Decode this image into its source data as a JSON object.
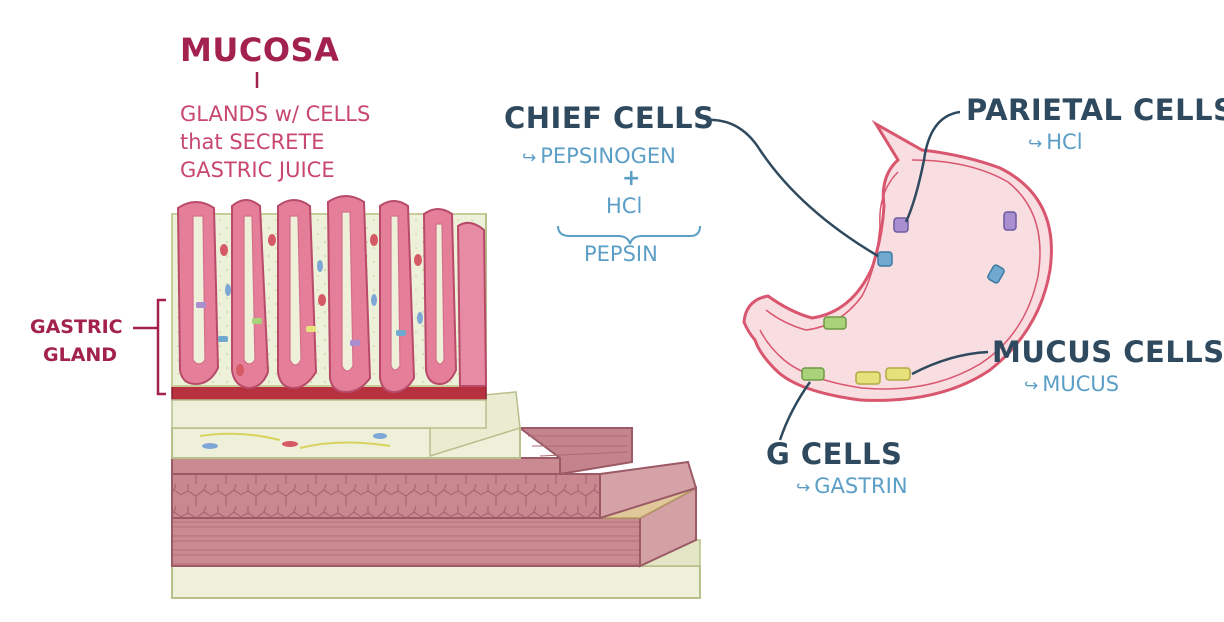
{
  "layers_labels": {
    "title": "MUCOSA",
    "mucosa_desc": [
      "GLANDS w/ CELLS",
      "that SECRETE",
      "GASTRIC JUICE"
    ],
    "gastric_gland": [
      "GASTRIC",
      "GLAND"
    ]
  },
  "secretions": {
    "chief_title": "CHIEF CELLS",
    "chief_product": "PEPSINOGEN",
    "plus": "+",
    "hcl": "HCl",
    "result": "PEPSIN"
  },
  "cells": {
    "parietal": {
      "name": "PARIETAL CELLS",
      "product": "HCl"
    },
    "mucus": {
      "name": "MUCUS CELLS",
      "product": "MUCUS"
    },
    "g": {
      "name": "G CELLS",
      "product": "GASTRIN"
    }
  },
  "glyphs": {
    "arrow": "↪"
  },
  "colors": {
    "title": "#a3214f",
    "mucosa_text": "#c8476e",
    "cell_name": "#2f4a5e",
    "product": "#5b9ec6",
    "stomach_wall": "#d9566f",
    "stomach_fill": "#f8dde1",
    "chief_cell": "#6fa9cf",
    "parietal_cell": "#a98fd0",
    "mucus_cell": "#e6e17a",
    "g_cell": "#a9d37a"
  },
  "icons": [
    "stomach-illustration",
    "stomach-wall-layers-illustration",
    "brace",
    "arrow-icon"
  ]
}
